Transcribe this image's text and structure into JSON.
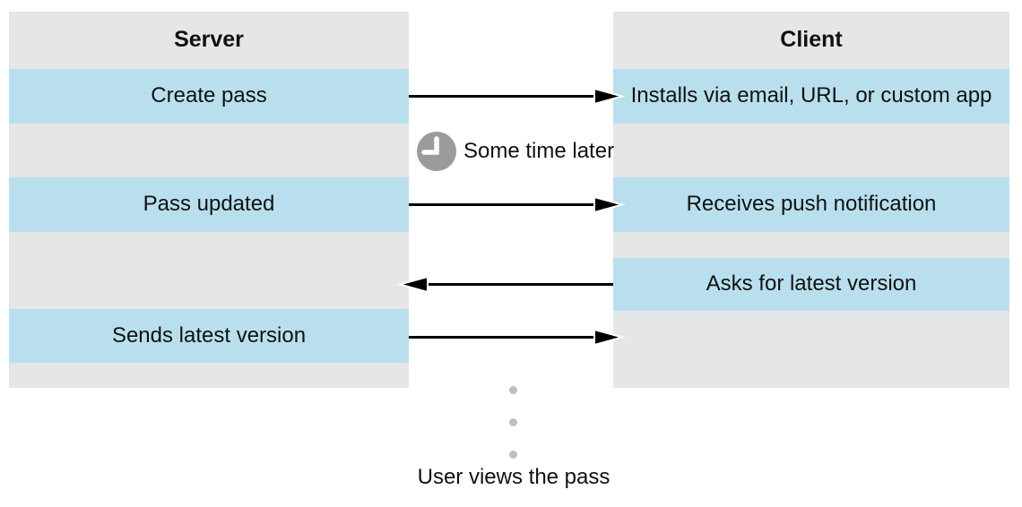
{
  "colors": {
    "panel_gray": "#e5e6e6",
    "row_blue": "#b9dfee",
    "clock_gray": "#9b9b9b",
    "dot_gray": "#bfbfbf",
    "arrow": "#000000",
    "text": "#111111"
  },
  "server": {
    "title": "Server",
    "steps": [
      "Create pass",
      "Pass updated",
      "Sends latest version"
    ]
  },
  "client": {
    "title": "Client",
    "steps": [
      "Installs via email, URL, or custom app",
      "Receives push notification",
      "Asks for latest version"
    ]
  },
  "annotations": {
    "time_note": "Some time later",
    "user_note": "User views the pass"
  },
  "flows": [
    {
      "from": "Server: Create pass",
      "to": "Client: Installs via email, URL, or custom app",
      "direction": "left-to-right"
    },
    {
      "from": "Server: Pass updated",
      "to": "Client: Receives push notification",
      "direction": "left-to-right"
    },
    {
      "from": "Client: Asks for latest version",
      "to": "Server",
      "direction": "right-to-left"
    },
    {
      "from": "Server: Sends latest version",
      "to": "Client",
      "direction": "left-to-right"
    }
  ]
}
